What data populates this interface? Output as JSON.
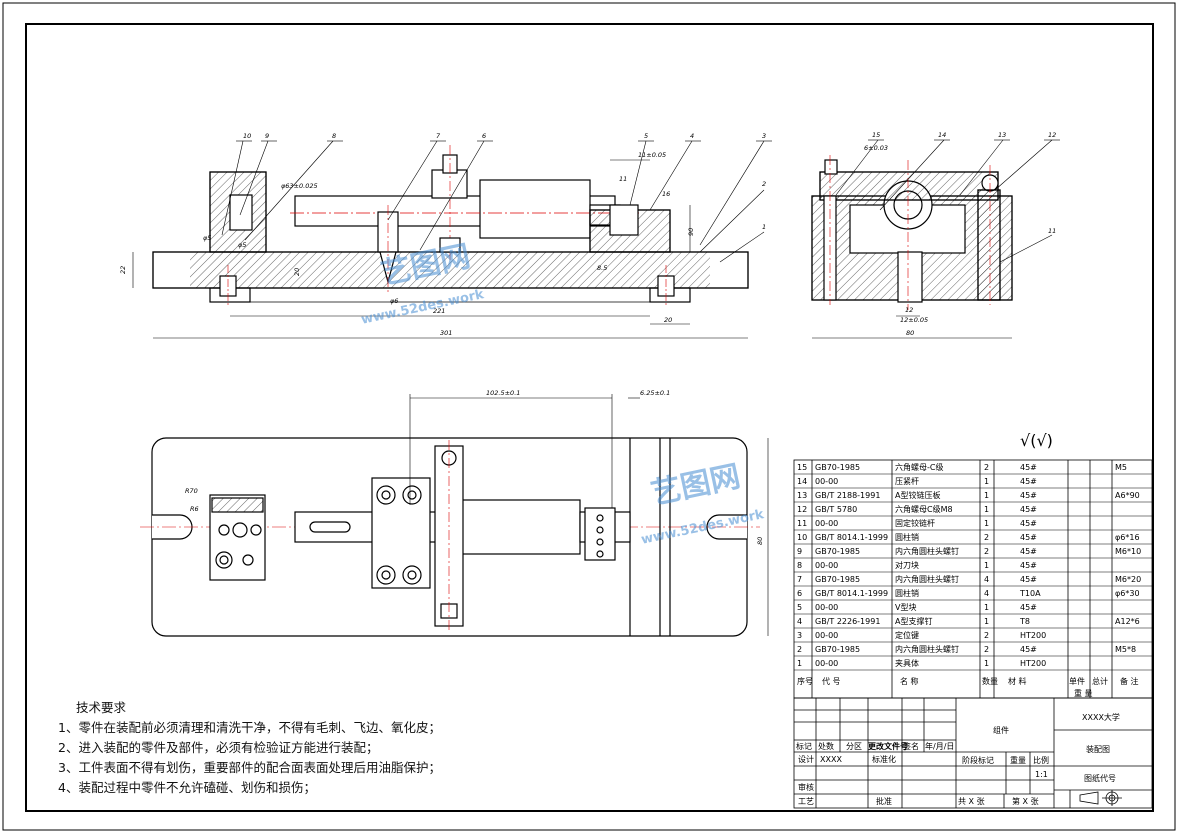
{
  "tech_requirements": {
    "title": "技术要求",
    "items": [
      "1、零件在装配前必须清理和清洗干净，不得有毛刺、飞边、氧化皮；",
      "2、进入装配的零件及部件，必须有检验证方能进行装配；",
      "3、工件表面不得有划伤，重要部件的配合面表面处理后用油脂保护；",
      "4、装配过程中零件不允许磕碰、划伤和损伤；"
    ]
  },
  "roughness_symbol": "√(√)",
  "dimensions": {
    "front": [
      "22",
      "20",
      "221",
      "301",
      "20",
      "90",
      "11±0.05",
      "11",
      "φ63±0.025",
      "φ5",
      "φ6",
      "φ5",
      "16",
      "8.5"
    ],
    "side": [
      "6±0.03",
      "80",
      "12±0.05",
      "12"
    ],
    "top": [
      "102.5±0.1",
      "6.25±0.1",
      "R70",
      "R6",
      "80"
    ]
  },
  "balloons": {
    "front": [
      "10",
      "9",
      "8",
      "7",
      "6",
      "5",
      "4",
      "3",
      "2",
      "1"
    ],
    "side": [
      "15",
      "14",
      "13",
      "12",
      "11"
    ]
  },
  "bom": {
    "rows": [
      {
        "no": "15",
        "code": "GB70-1985",
        "name": "六角螺母-C级",
        "qty": "2",
        "material": "45#",
        "note": "M5"
      },
      {
        "no": "14",
        "code": "00-00",
        "name": "压紧杆",
        "qty": "1",
        "material": "45#",
        "note": ""
      },
      {
        "no": "13",
        "code": "GB/T 2188-1991",
        "name": "A型铰链压板",
        "qty": "1",
        "material": "45#",
        "note": "A6*90"
      },
      {
        "no": "12",
        "code": "GB/T 5780",
        "name": "六角螺母C级M8",
        "qty": "1",
        "material": "45#",
        "note": ""
      },
      {
        "no": "11",
        "code": "00-00",
        "name": "固定铰链杆",
        "qty": "1",
        "material": "45#",
        "note": ""
      },
      {
        "no": "10",
        "code": "GB/T 8014.1-1999",
        "name": "圆柱销",
        "qty": "2",
        "material": "45#",
        "note": "φ6*16"
      },
      {
        "no": "9",
        "code": "GB70-1985",
        "name": "内六角圆柱头螺钉",
        "qty": "2",
        "material": "45#",
        "note": "M6*10"
      },
      {
        "no": "8",
        "code": "00-00",
        "name": "对刀块",
        "qty": "1",
        "material": "45#",
        "note": ""
      },
      {
        "no": "7",
        "code": "GB70-1985",
        "name": "内六角圆柱头螺钉",
        "qty": "4",
        "material": "45#",
        "note": "M6*20"
      },
      {
        "no": "6",
        "code": "GB/T 8014.1-1999",
        "name": "圆柱销",
        "qty": "4",
        "material": "T10A",
        "note": "φ6*30"
      },
      {
        "no": "5",
        "code": "00-00",
        "name": "V型块",
        "qty": "1",
        "material": "45#",
        "note": ""
      },
      {
        "no": "4",
        "code": "GB/T 2226-1991",
        "name": "A型支撑钉",
        "qty": "1",
        "material": "T8",
        "note": "A12*6"
      },
      {
        "no": "3",
        "code": "00-00",
        "name": "定位键",
        "qty": "2",
        "material": "HT200",
        "note": ""
      },
      {
        "no": "2",
        "code": "GB70-1985",
        "name": "内六角圆柱头螺钉",
        "qty": "2",
        "material": "45#",
        "note": "M5*8"
      },
      {
        "no": "1",
        "code": "00-00",
        "name": "夹具体",
        "qty": "1",
        "material": "HT200",
        "note": ""
      }
    ],
    "header": {
      "no": "序号",
      "code": "代 号",
      "name": "名 称",
      "qty": "数量",
      "material": "材 料",
      "unit_weight": "单件",
      "total_weight": "总计",
      "weight": "重 量",
      "note": "备 注"
    }
  },
  "title_block": {
    "mark": "标记",
    "count": "处数",
    "zone": "分区",
    "change_doc": "更改文件号",
    "signature": "签名",
    "date": "年/月/日",
    "design": "设计",
    "design_name": "XXXX",
    "standardize": "标准化",
    "check": "审核",
    "process": "工艺",
    "approve": "批准",
    "stage_mark": "阶段标记",
    "weight": "重量",
    "scale": "比例",
    "scale_value": "1:1",
    "total_sheets": "共 X 张",
    "sheet_no": "第 X 张",
    "component": "组件",
    "university": "XXXX大学",
    "drawing_name": "装配图",
    "drawing_code": "图纸代号"
  },
  "watermark": {
    "cn": "艺图网",
    "url": "www.52des.work"
  }
}
